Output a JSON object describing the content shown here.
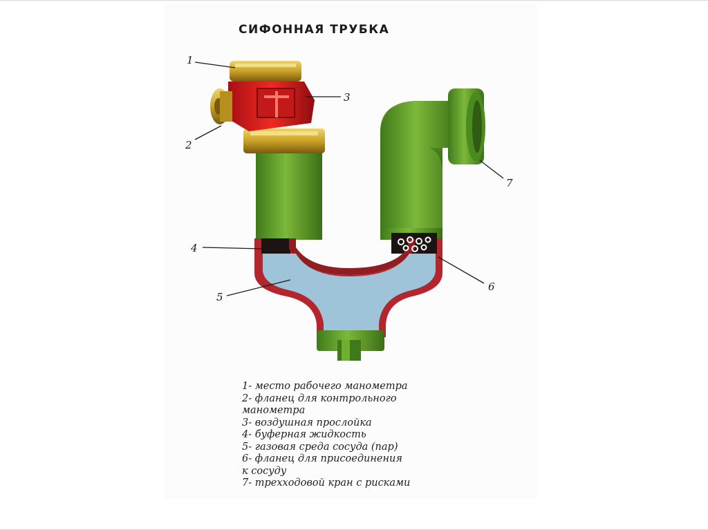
{
  "title": "СИФОННАЯ ТРУБКА",
  "callouts": [
    "1",
    "2",
    "3",
    "4",
    "5",
    "6",
    "7"
  ],
  "legend": [
    "1- место рабочего манометра",
    "2- фланец для контрольного",
    "манометра",
    "3- воздушная прослойка",
    "4- буферная жидкость",
    "5- газовая среда сосуда (пар)",
    "6- фланец для присоединения",
    "к сосуду",
    "7- трехходовой кран с рисками"
  ],
  "colors": {
    "pipe_green": "#5e9a2a",
    "valve_red": "#d81c1c",
    "brass": "#c9a227",
    "wall_red": "#b3262e",
    "liquid_blue": "#9fc3d8",
    "air_dark": "#1b1413"
  }
}
